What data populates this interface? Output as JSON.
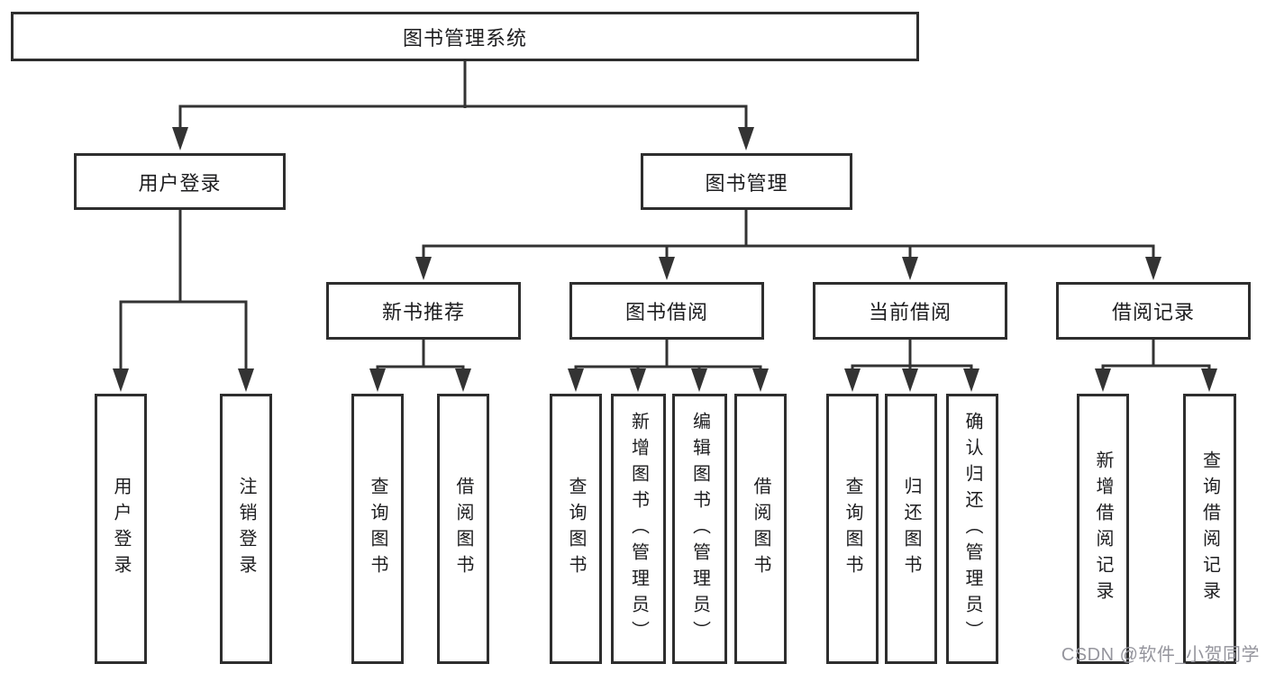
{
  "tree": {
    "root": "图书管理系统",
    "login_branch": {
      "label": "用户登录",
      "children": [
        "用户登录",
        "注销登录"
      ]
    },
    "manage_branch": {
      "label": "图书管理",
      "sections": [
        {
          "label": "新书推荐",
          "children": [
            "查询图书",
            "借阅图书"
          ]
        },
        {
          "label": "图书借阅",
          "children": [
            "查询图书",
            "新增图书（管理员）",
            "编辑图书（管理员）",
            "借阅图书"
          ]
        },
        {
          "label": "当前借阅",
          "children": [
            "查询图书",
            "归还图书",
            "确认归还（管理员）"
          ]
        },
        {
          "label": "借阅记录",
          "children": [
            "新增借阅记录",
            "查询借阅记录"
          ]
        }
      ]
    }
  },
  "watermark": "CSDN @软件_小贺同学",
  "colors": {
    "line": "#333333",
    "box_border": "#2e2e2e",
    "box_fill": "#ffffff",
    "text": "#1d1d1f",
    "watermark": "#95959d",
    "background": "#ffffff"
  }
}
